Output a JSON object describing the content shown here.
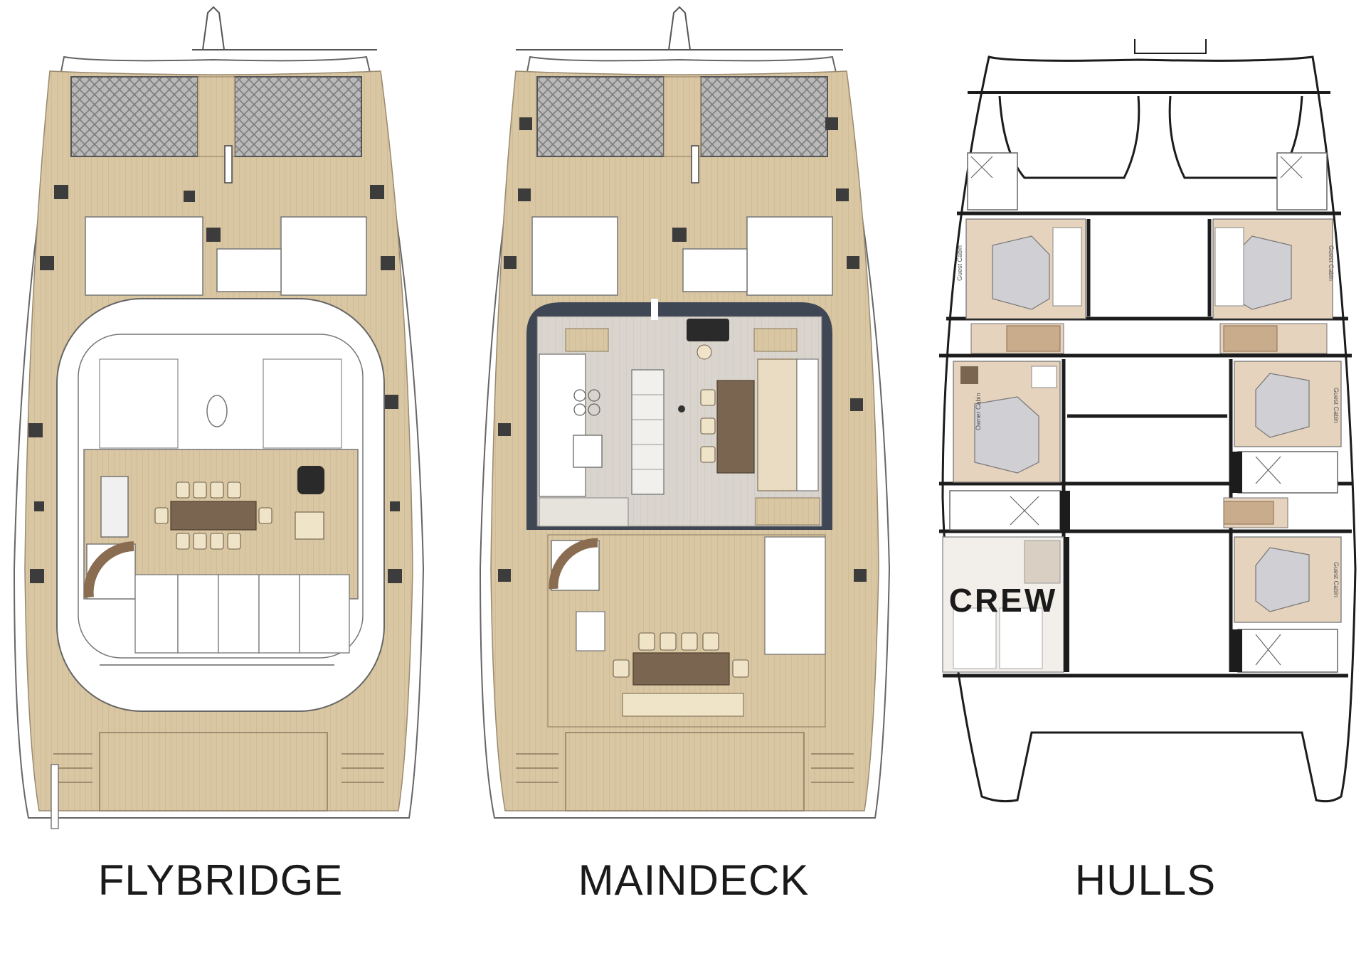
{
  "decks": [
    {
      "id": "flybridge",
      "label": "FLYBRIDGE"
    },
    {
      "id": "maindeck",
      "label": "MAINDECK"
    },
    {
      "id": "hulls",
      "label": "HULLS"
    }
  ],
  "hulls_plan": {
    "crew_label": "CREW",
    "cabin_labels": {
      "guest": "Guest Cabin",
      "owner": "Owner Cabin"
    }
  },
  "colors": {
    "teak": "#d8c4a0",
    "teak_line": "#c4ad86",
    "cabin": "#e6d3bd",
    "trampoline": "#a9a9a9",
    "interior_floor": "#d7d2cc",
    "dark_frame": "#3f4654",
    "table_wood": "#7a6650",
    "hull_line": "#1c1c1c"
  }
}
